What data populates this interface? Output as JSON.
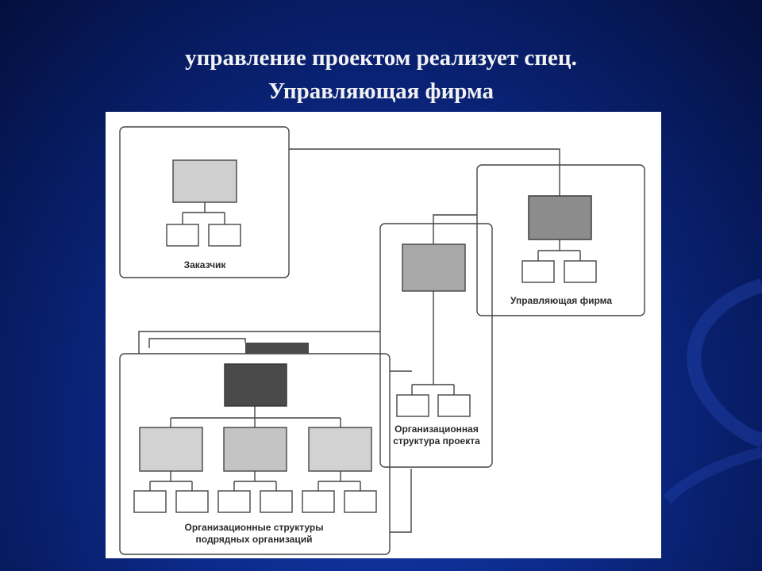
{
  "slide": {
    "title_line1": "управление проектом реализует спец.",
    "title_line2": "Управляющая фирма"
  },
  "diagram": {
    "customer_label": "Заказчик",
    "management_firm_label": "Управляющая фирма",
    "project_org_label": "Организационная структура проекта",
    "contractors_label": "Организационные структуры подрядных организаций"
  },
  "colors": {
    "background": "#0c2a8a",
    "title_text": "#f2f2f2",
    "panel": "#ffffff",
    "line": "#444444",
    "fill_light": "#cfcfcf",
    "fill_mid": "#9a9a9a",
    "fill_dark": "#4a4a4a"
  }
}
